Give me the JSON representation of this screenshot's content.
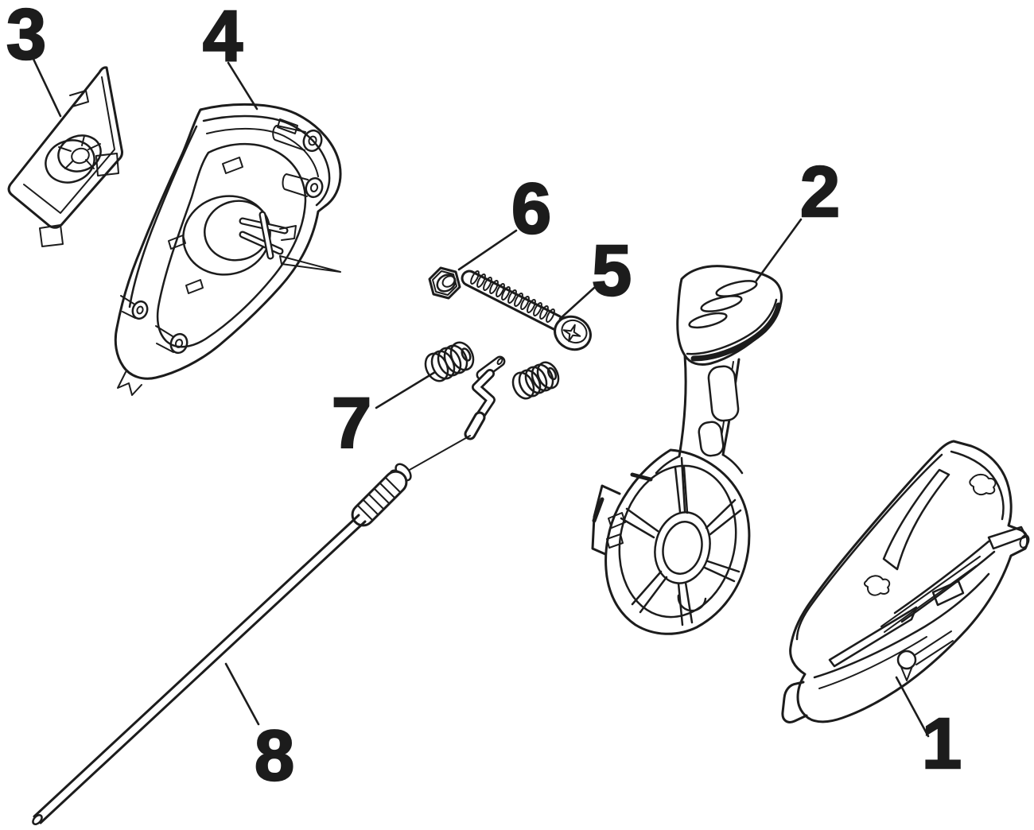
{
  "diagram": {
    "type": "exploded-parts-diagram",
    "colors": {
      "ink": "#1c1c1c",
      "background": "#ffffff"
    },
    "callouts": [
      {
        "number": "1"
      },
      {
        "number": "2"
      },
      {
        "number": "3"
      },
      {
        "number": "4"
      },
      {
        "number": "5"
      },
      {
        "number": "6"
      },
      {
        "number": "7"
      },
      {
        "number": "8"
      }
    ]
  }
}
